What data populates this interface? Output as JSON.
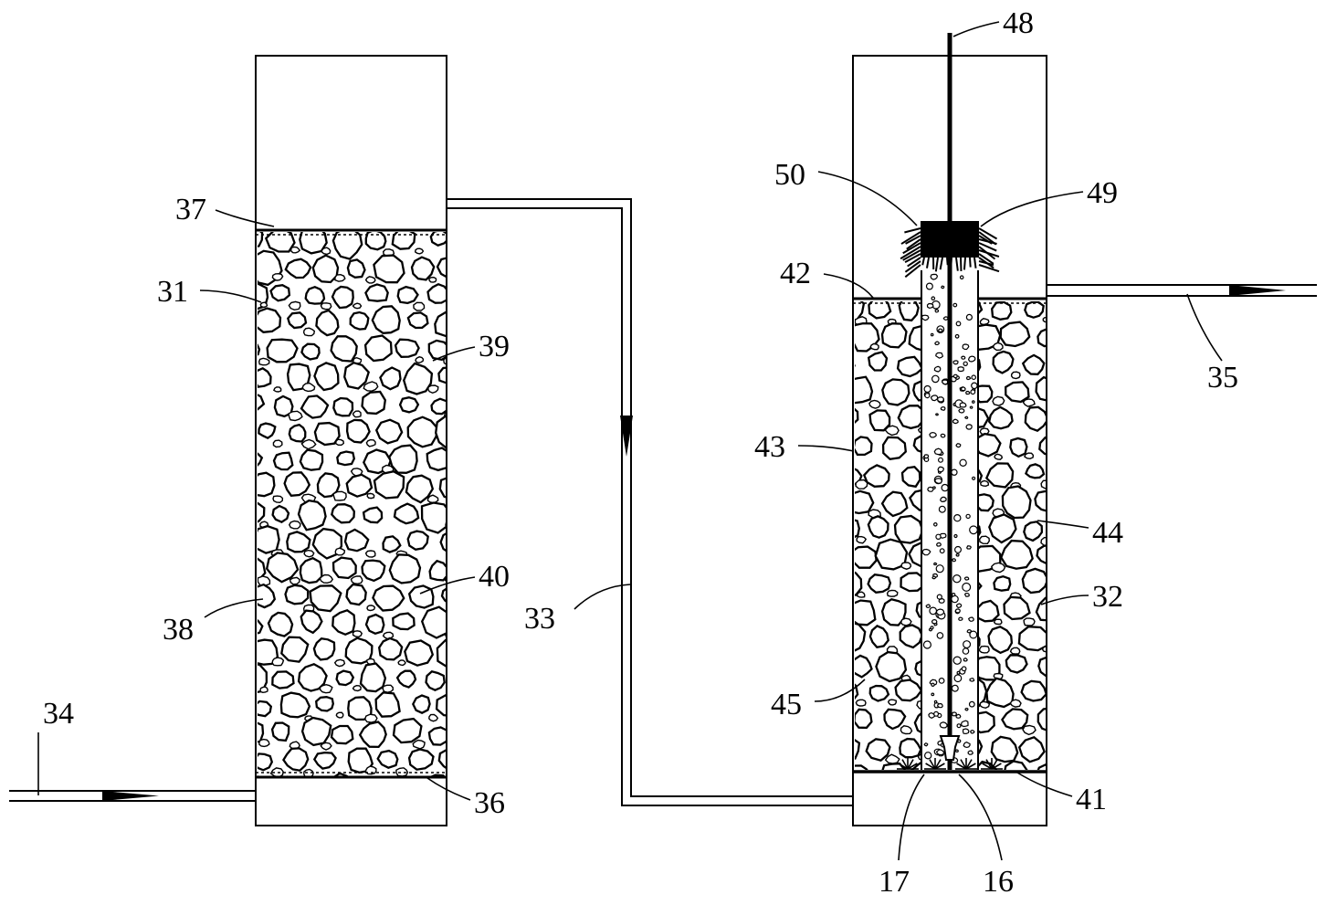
{
  "labels": {
    "l31": "31",
    "l32": "32",
    "l33": "33",
    "l34": "34",
    "l35": "35",
    "l36": "36",
    "l37": "37",
    "l38": "38",
    "l39": "39",
    "l40": "40",
    "l41": "41",
    "l42": "42",
    "l43": "43",
    "l44": "44",
    "l45": "45",
    "l48": "48",
    "l49": "49",
    "l50": "50",
    "l16": "16",
    "l17": "17"
  },
  "colors": {
    "stroke": "#000000",
    "background": "#ffffff"
  }
}
